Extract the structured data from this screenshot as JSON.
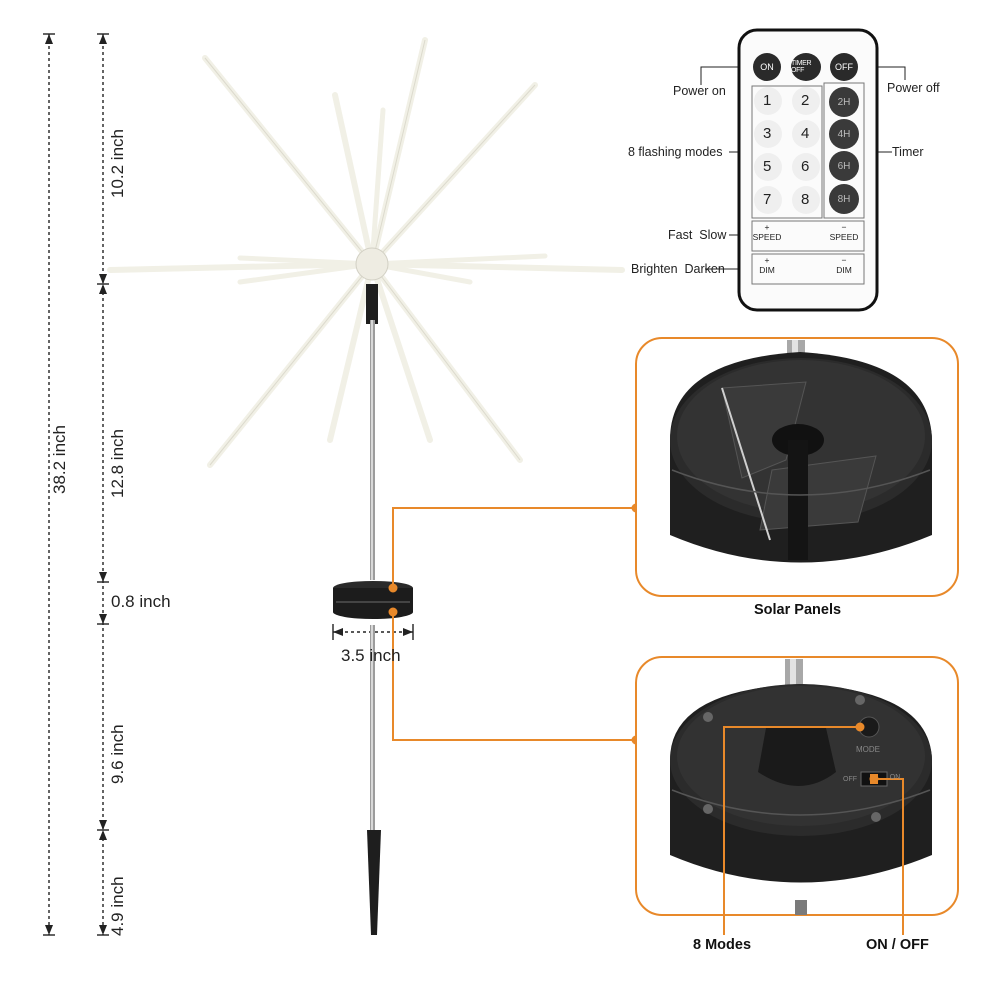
{
  "dimensions": {
    "total": "38.2 inch",
    "top": "10.2 inch",
    "middle": "12.8 inch",
    "base_height": "0.8 inch",
    "base_width": "3.5 inch",
    "lower": "9.6 inch",
    "stake": "4.9 inch"
  },
  "remote": {
    "on": "ON",
    "timer_off": "TIMER OFF",
    "off": "OFF",
    "modes": [
      "1",
      "2",
      "3",
      "4",
      "5",
      "6",
      "7",
      "8"
    ],
    "timers": [
      "2H",
      "4H",
      "6H",
      "8H"
    ],
    "speed_plus_sign": "+",
    "speed_plus": "SPEED",
    "speed_minus_sign": "−",
    "speed_minus": "SPEED",
    "dim_plus_sign": "+",
    "dim_plus": "DIM",
    "dim_minus_sign": "−",
    "dim_minus": "DIM"
  },
  "callouts": {
    "power_on": "Power on",
    "power_off": "Power off",
    "flashing_modes": "8 flashing modes",
    "timer": "Timer",
    "fast_slow": "Fast  Slow",
    "brighten_darken": "Brighten  Darken"
  },
  "captions": {
    "solar_panels": "Solar Panels",
    "modes": "8 Modes",
    "on_off": "ON / OFF"
  },
  "base_labels": {
    "mode": "MODE",
    "off": "OFF",
    "on": "ON"
  },
  "colors": {
    "accent": "#e8892a",
    "dark": "#1f1f1f"
  }
}
